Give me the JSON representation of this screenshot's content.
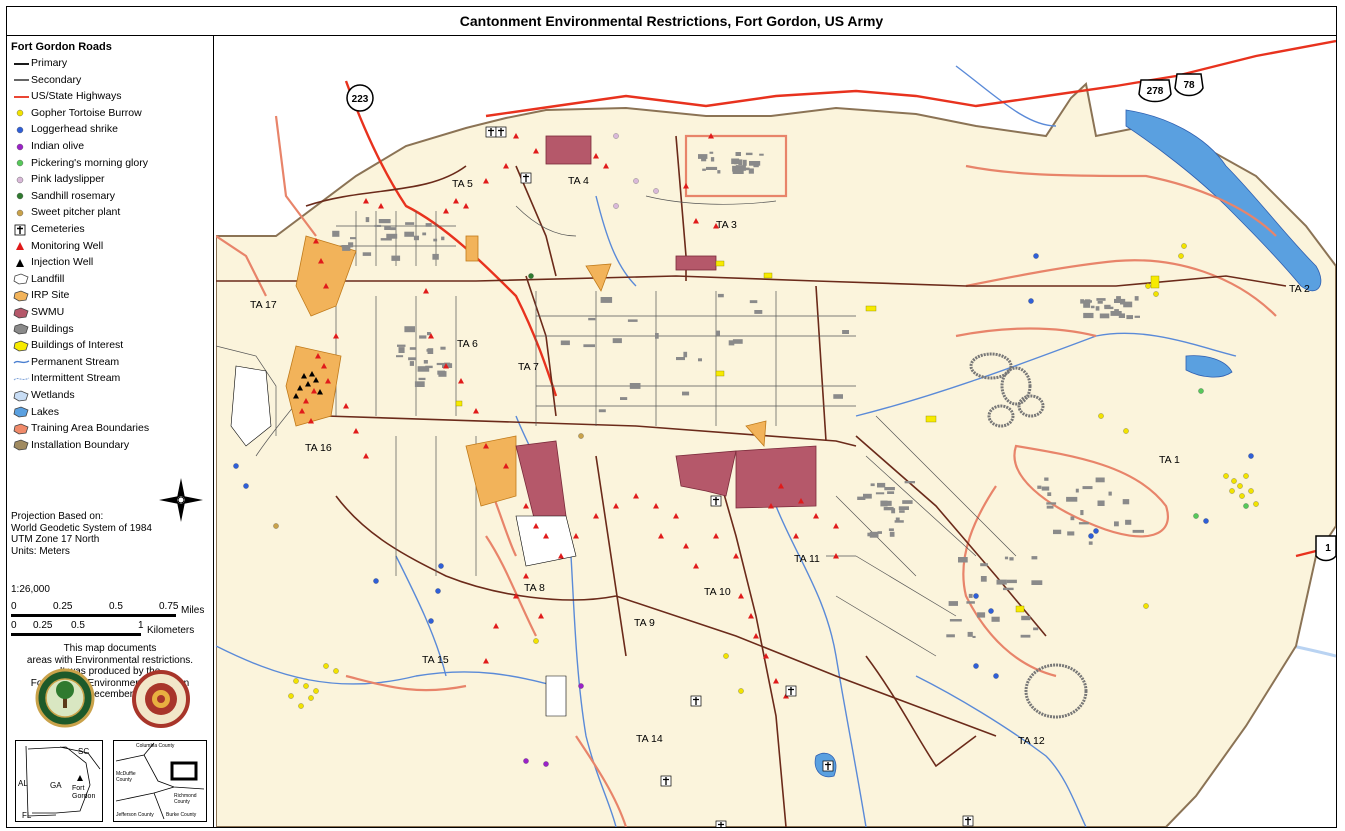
{
  "title": "Cantonment Environmental Restrictions, Fort Gordon, US Army",
  "legend": {
    "heading": "Fort Gordon Roads",
    "items": [
      {
        "label": "Primary",
        "kind": "line",
        "color": "#000000"
      },
      {
        "label": "Secondary",
        "kind": "line",
        "color": "#555555"
      },
      {
        "label": "US/State Highways",
        "kind": "line",
        "color": "#e8321e"
      },
      {
        "label": "Gopher Tortoise Burrow",
        "kind": "dot",
        "color": "#f2e300"
      },
      {
        "label": "Loggerhead shrike",
        "kind": "dot",
        "color": "#2f5fd8"
      },
      {
        "label": "Indian olive",
        "kind": "dot",
        "color": "#9b22c8"
      },
      {
        "label": "Pickering's morning glory",
        "kind": "dot",
        "color": "#56c85a"
      },
      {
        "label": "Pink ladyslipper",
        "kind": "dot",
        "color": "#d9b9d9"
      },
      {
        "label": "Sandhill rosemary",
        "kind": "dot",
        "color": "#2f7a2f"
      },
      {
        "label": "Sweet pitcher plant",
        "kind": "dot",
        "color": "#c9a24a"
      },
      {
        "label": "Cemeteries",
        "kind": "cross",
        "color": "#000000"
      },
      {
        "label": "Monitoring Well",
        "kind": "tri",
        "color": "#e01a1a"
      },
      {
        "label": "Injection Well",
        "kind": "tri",
        "color": "#000000"
      },
      {
        "label": "Landfill",
        "kind": "poly",
        "color": "#ffffff"
      },
      {
        "label": "IRP Site",
        "kind": "poly",
        "color": "#f2b35a"
      },
      {
        "label": "SWMU",
        "kind": "poly",
        "color": "#b5586a"
      },
      {
        "label": "Buildings",
        "kind": "poly",
        "color": "#8a8a8a"
      },
      {
        "label": "Buildings of Interest",
        "kind": "poly",
        "color": "#f7ea00"
      },
      {
        "label": "Permanent Stream",
        "kind": "stream",
        "color": "#4a7fd0"
      },
      {
        "label": "Intermittent Stream",
        "kind": "stream2",
        "color": "#7fa3d8"
      },
      {
        "label": "Wetlands",
        "kind": "poly",
        "color": "#c8ddf5"
      },
      {
        "label": "Lakes",
        "kind": "poly",
        "color": "#5aa0e0"
      },
      {
        "label": "Training Area Boundaries",
        "kind": "poly",
        "color": "#f08a6a"
      },
      {
        "label": "Installation Boundary",
        "kind": "poly",
        "color": "#a08a60"
      }
    ]
  },
  "projection": [
    "Projection Based on:",
    "World Geodetic System of 1984",
    "UTM Zone 17 North",
    "Units: Meters"
  ],
  "scale": {
    "ratio": "1:26,000",
    "miles_ticks": [
      "0",
      "0.25",
      "0.5",
      "0.75"
    ],
    "miles_unit": "Miles",
    "km_ticks": [
      "0",
      "0.25",
      "0.5",
      "1"
    ],
    "km_unit": "Kilometers"
  },
  "note": [
    "This map documents",
    "areas with Environmental restrictions.",
    "It was produced by the",
    "Fort Gordon Environmental Division",
    "on 19 December 2007."
  ],
  "inset": {
    "state_labels": [
      "SC",
      "AL",
      "GA",
      "FL"
    ],
    "fort_label": "Fort Gordon",
    "county_labels": [
      "Columbia County",
      "McDuffie County",
      "Richmond County",
      "Jefferson County",
      "Burke County"
    ]
  },
  "map": {
    "training_areas": [
      "TA 1",
      "TA 2",
      "TA 3",
      "TA 4",
      "TA 5",
      "TA 6",
      "TA 7",
      "TA 8",
      "TA 9",
      "TA 10",
      "TA 11",
      "TA 12",
      "TA 14",
      "TA 15",
      "TA 16",
      "TA 17"
    ],
    "highway_shields": [
      "223",
      "278",
      "78",
      "1"
    ],
    "colors": {
      "installation": "#fbf4dc",
      "boundary": "#8b7355",
      "ta_boundary": "#e8846a",
      "lake": "#5aa0e0",
      "stream": "#5a8ad8"
    }
  }
}
